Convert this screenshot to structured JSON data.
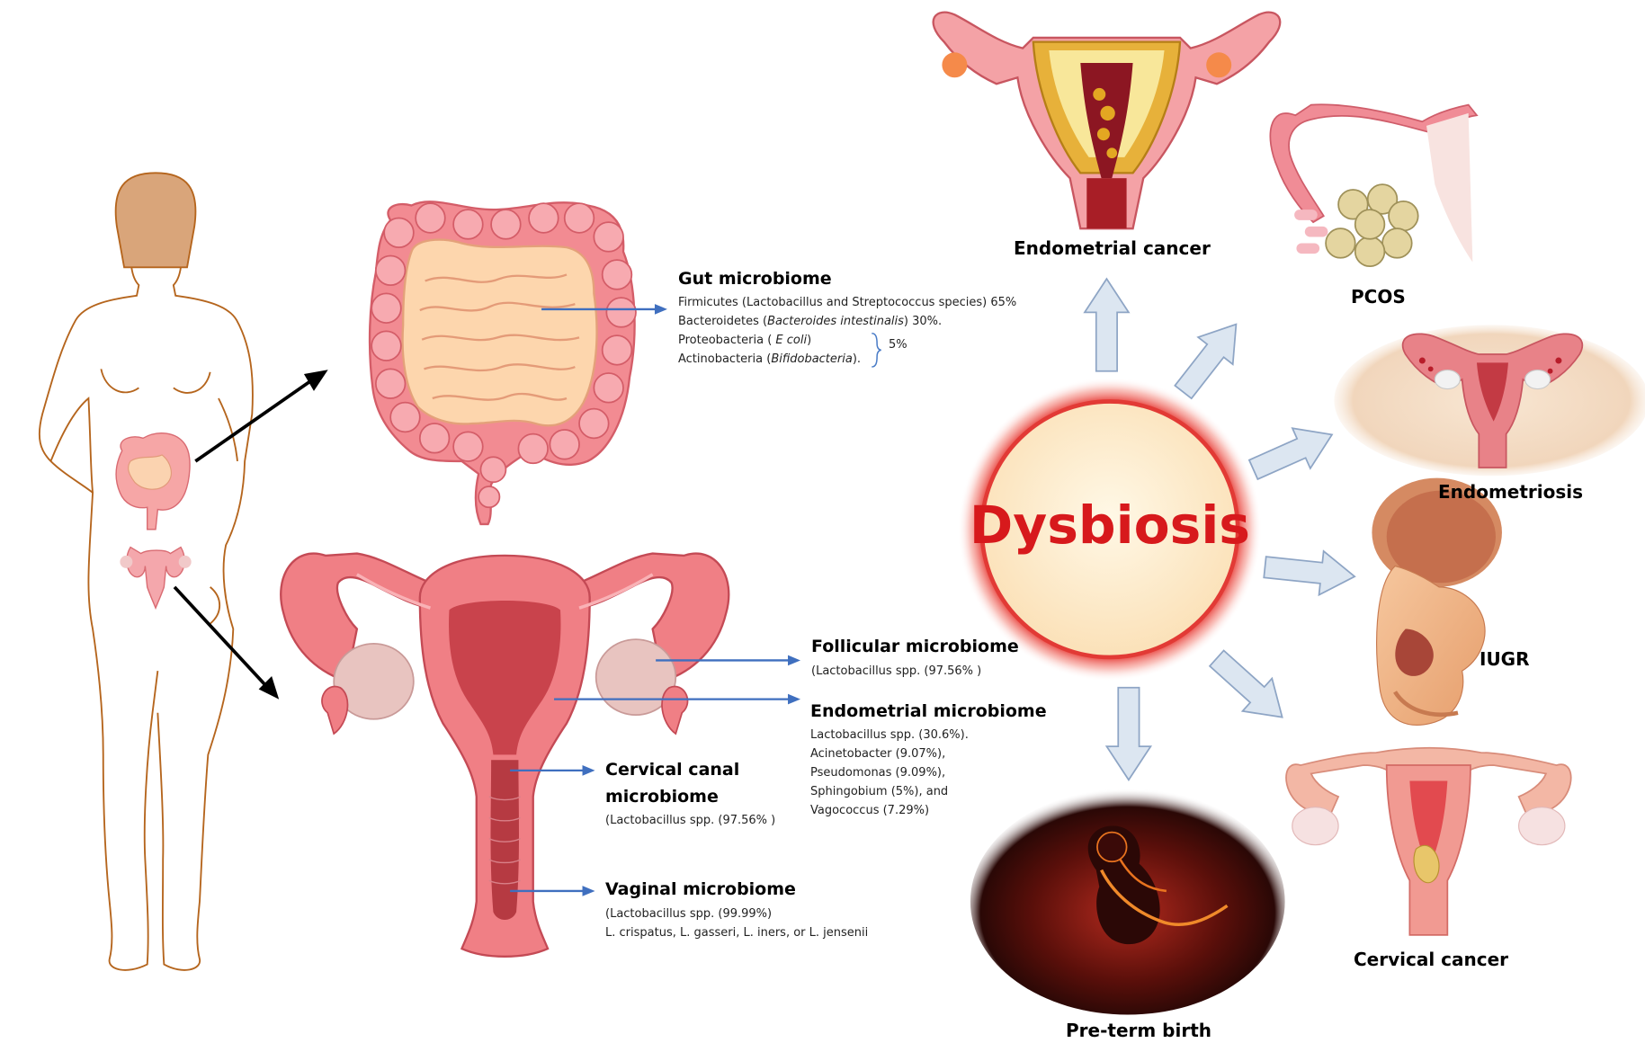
{
  "center": {
    "label": "Dysbiosis"
  },
  "gut": {
    "title": "Gut  microbiome",
    "line1": "Firmicutes (Lactobacillus and Streptococcus species) 65%",
    "line2_a": "Bacteroidetes (",
    "line2_i": "Bacteroides  intestinalis",
    "line2_b": ") 30%.",
    "line3_a": "Proteobacteria ( ",
    "line3_i": "E coli",
    "line3_b": ")",
    "line4_a": "Actinobacteria (",
    "line4_i": "Bifidobacteria",
    "line4_b": ").",
    "bracket_value": "5%"
  },
  "follicular": {
    "title": "Follicular microbiome",
    "line1": "(Lactobacillus spp. (97.56% )"
  },
  "endometrial": {
    "title": "Endometrial  microbiome",
    "lines": [
      "Lactobacillus spp. (30.6%).",
      "Acinetobacter (9.07%),",
      "Pseudomonas (9.09%),",
      "Sphingobium (5%), and",
      "Vagococcus (7.29%)"
    ]
  },
  "cervical_canal": {
    "title1": "Cervical canal",
    "title2": "microbiome",
    "line1": "(Lactobacillus spp. (97.56% )"
  },
  "vaginal": {
    "title": "Vaginal microbiome",
    "line1": "(Lactobacillus spp. (99.99%)",
    "line2": "L. crispatus, L. gasseri, L. iners, or L. jensenii"
  },
  "outcomes": {
    "endometrial_cancer": "Endometrial cancer",
    "pcos": "PCOS",
    "endometriosis": "Endometriosis",
    "iugr": "IUGR",
    "cervical_cancer": "Cervical cancer",
    "preterm": "Pre-term birth"
  },
  "colors": {
    "dysbiosis_text": "#d7191c",
    "arrow_fill": "#dce6f1",
    "arrow_stroke": "#8ea5c5",
    "pointer_line": "#3f6fbf",
    "body_outline": "#b5651d",
    "hair": "#d9a57a",
    "organ_pink": "#f07f85"
  },
  "icons": [
    "female-body-outline",
    "intestine-illustration",
    "uterus-illustration",
    "uterus-cancer-illustration",
    "ovary-pcos-illustration",
    "endometriosis-illustration",
    "fetus-illustration",
    "cervical-cancer-illustration",
    "preterm-fetus-illustration"
  ]
}
